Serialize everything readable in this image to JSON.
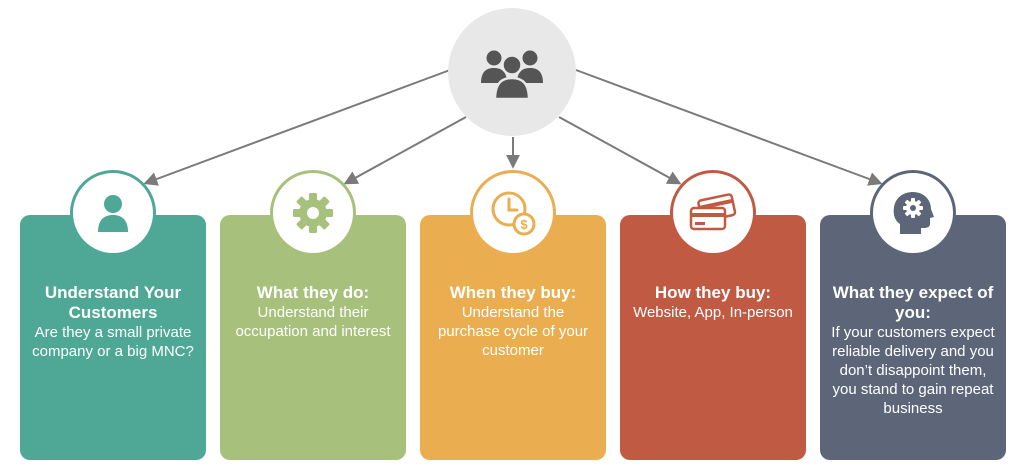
{
  "hub": {
    "icon": "group-people-icon"
  },
  "cards": [
    {
      "icon": "person-icon",
      "color": "#4fa896",
      "title": "Understand Your Customers",
      "body": "Are they a small private company or a big MNC?"
    },
    {
      "icon": "gear-icon",
      "color": "#a7c07b",
      "title": "What they do:",
      "body": "Understand their occupation and interest"
    },
    {
      "icon": "clock-money-icon",
      "color": "#eaae50",
      "title": "When they buy:",
      "body": "Understand the purchase cycle of your customer"
    },
    {
      "icon": "credit-cards-icon",
      "color": "#c05a43",
      "title": "How they buy:",
      "body": "Website, App, In-person"
    },
    {
      "icon": "head-gear-icon",
      "color": "#5d6679",
      "title": "What they expect of you:",
      "body": "If your customers expect reliable delivery and you don’t disappoint them, you stand to gain repeat business"
    }
  ]
}
